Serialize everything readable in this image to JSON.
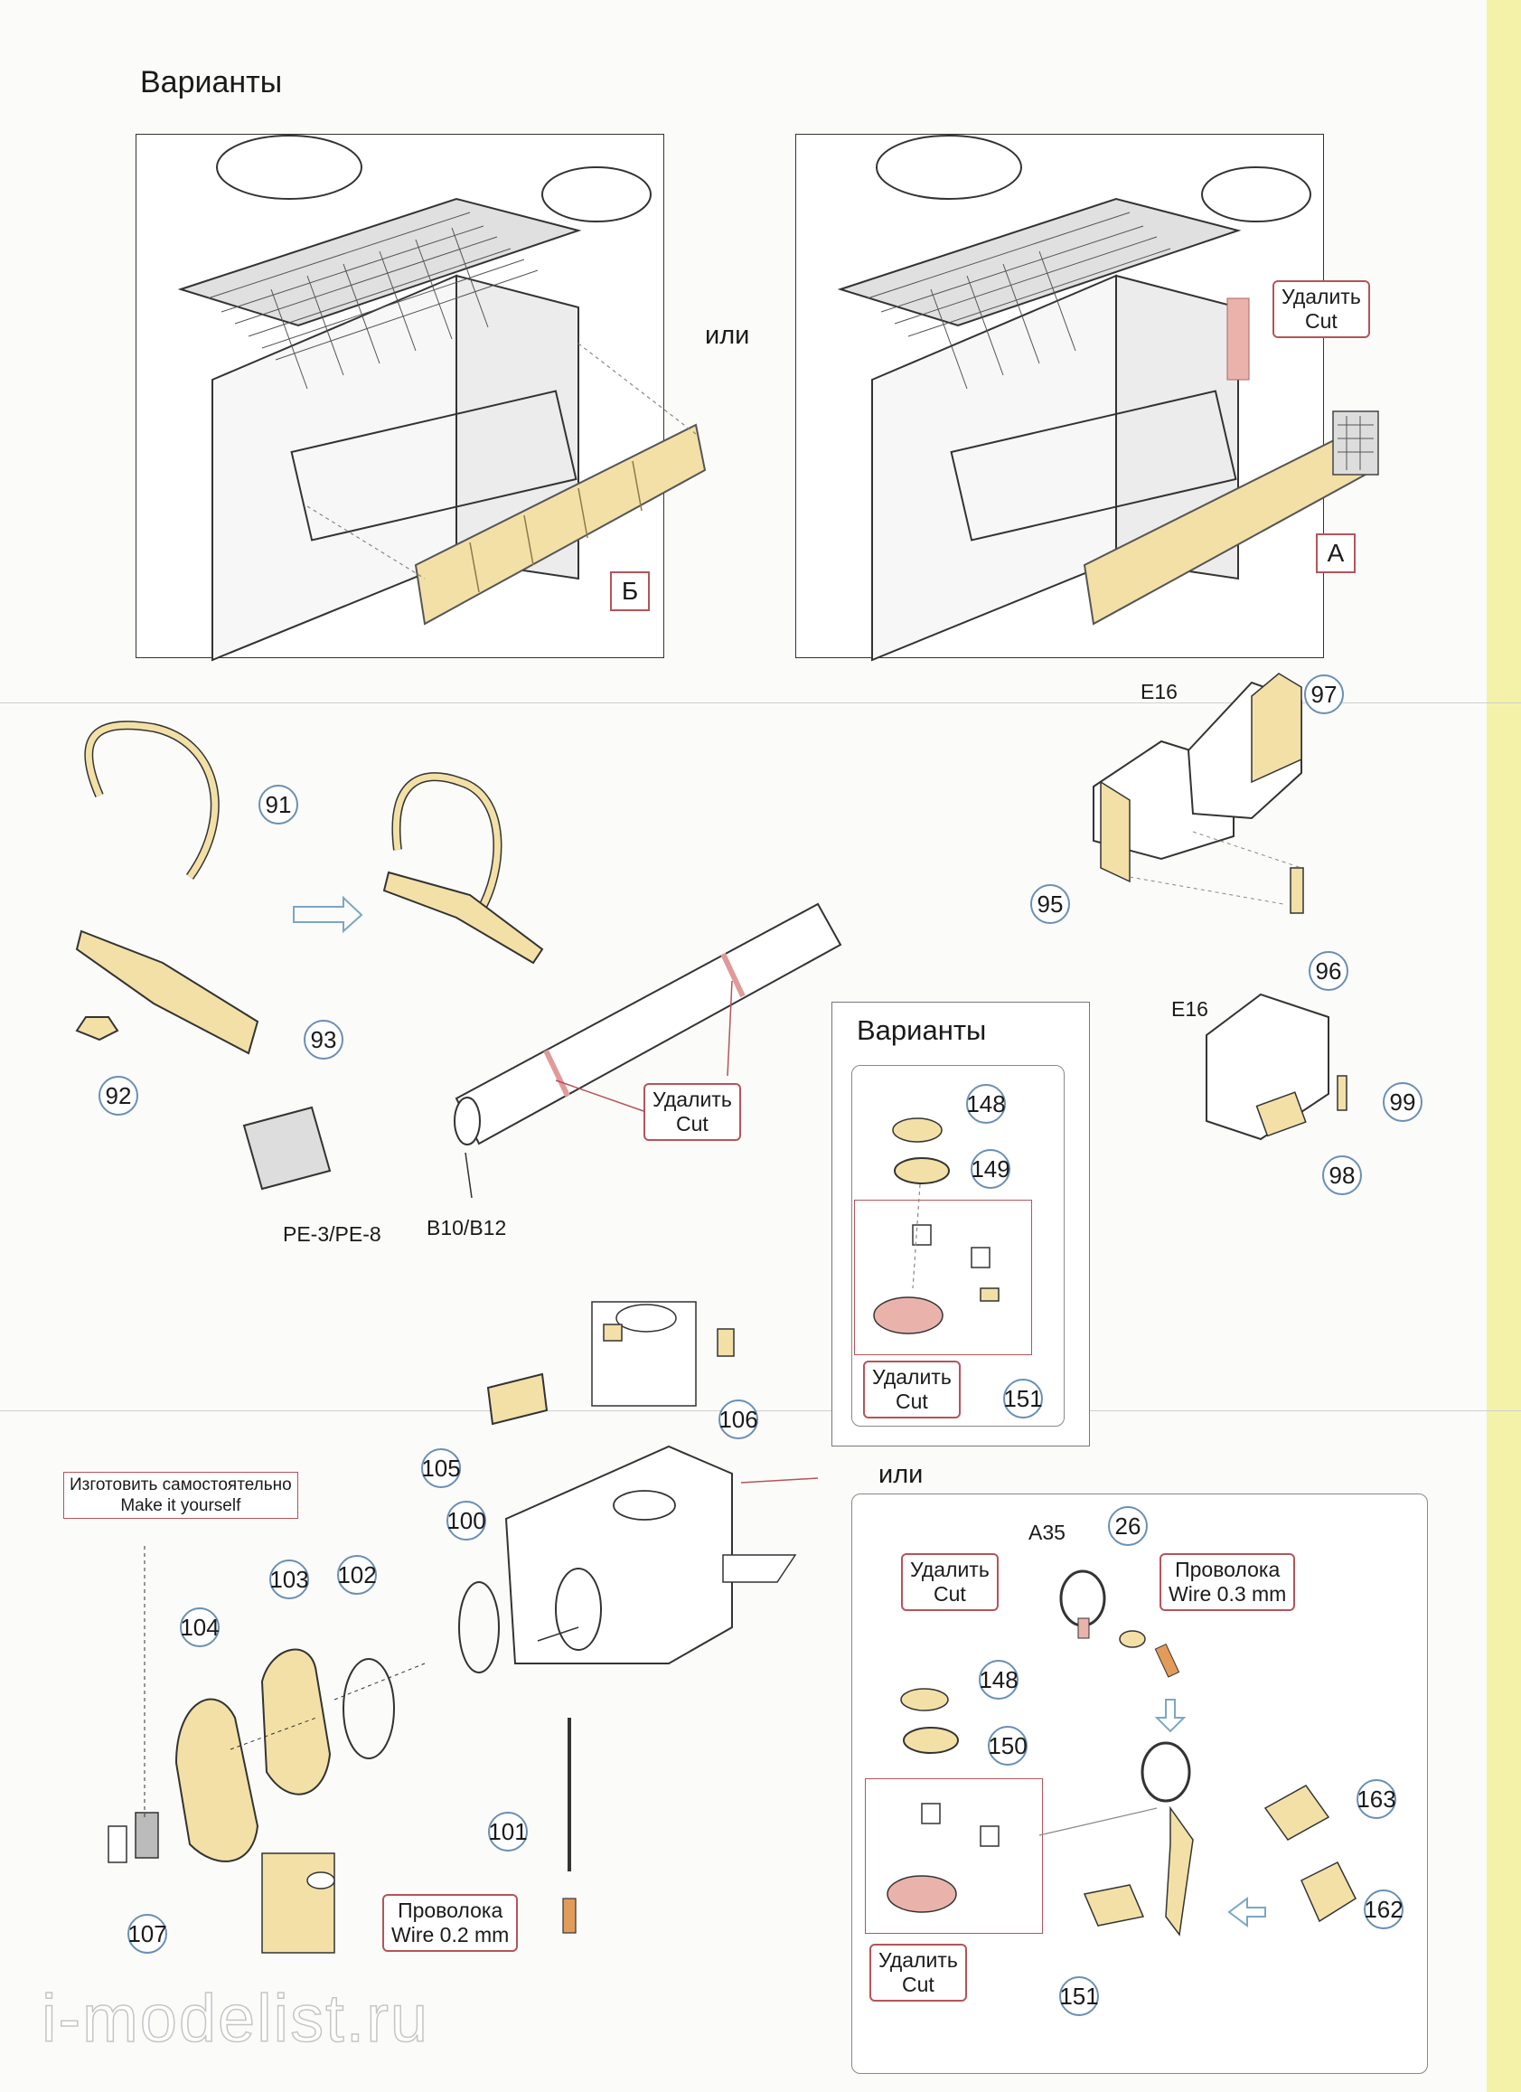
{
  "headings": {
    "variants_top": "Варианты",
    "variants_box": "Варианты"
  },
  "or_labels": {
    "top": "или",
    "box": "или"
  },
  "callouts": {
    "cut_top": {
      "ru": "Удалить",
      "en": "Cut"
    },
    "cut_pipe": {
      "ru": "Удалить",
      "en": "Cut"
    },
    "cut_var1": {
      "ru": "Удалить",
      "en": "Cut"
    },
    "cut_var2a": {
      "ru": "Удалить",
      "en": "Cut"
    },
    "cut_var2b": {
      "ru": "Удалить",
      "en": "Cut"
    },
    "wire_03": {
      "ru": "Проволока",
      "en": "Wire 0.3 mm"
    },
    "wire_02": {
      "ru": "Проволока",
      "en": "Wire 0.2 mm"
    }
  },
  "make_yourself": {
    "ru": "Изготовить самостоятельно",
    "en": "Make it yourself"
  },
  "variant_badges": {
    "b": "Б",
    "a": "А"
  },
  "codes": {
    "e16_top": "E16",
    "e16_mid": "E16",
    "pe": "PE-3/PE-8",
    "b10": "B10/B12",
    "a35": "A35"
  },
  "part_numbers": {
    "p97": "97",
    "p95": "95",
    "p96": "96",
    "p91": "91",
    "p92": "92",
    "p93": "93",
    "p99": "99",
    "p98": "98",
    "p148a": "148",
    "p149": "149",
    "p151a": "151",
    "p106": "106",
    "p105": "105",
    "p100": "100",
    "p103": "103",
    "p102": "102",
    "p104": "104",
    "p101": "101",
    "p107": "107",
    "p26": "26",
    "p148b": "148",
    "p150": "150",
    "p163": "163",
    "p162": "162",
    "p151b": "151"
  },
  "watermark": "i-modelist.ru",
  "colors": {
    "pe_part": "#f3e0a6",
    "cut_mark": "#e9b3ab",
    "callout_border": "#b5545a",
    "num_border": "#6a8fb5"
  }
}
